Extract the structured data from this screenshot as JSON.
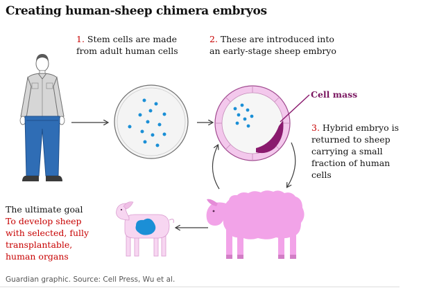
{
  "title": "Creating human-sheep chimera embryos",
  "steps": [
    {
      "number": "1.",
      "lines": [
        "Stem cells are made",
        "from adult human cells"
      ]
    },
    {
      "number": "2.",
      "lines": [
        "These are introduced into",
        "an early-stage sheep embryo"
      ]
    },
    {
      "number": "3.",
      "lines": [
        "Hybrid embryo is",
        "returned to sheep",
        "carrying a small",
        "fraction of human",
        "cells"
      ]
    }
  ],
  "cell_mass_label": "Cell mass",
  "goal": {
    "title": "The ultimate goal",
    "lines": [
      "To develop sheep",
      "with selected, fully",
      "transplantable,",
      "human organs"
    ]
  },
  "source": "Guardian graphic. Source: Cell Press, Wu et al.",
  "colors": {
    "accent_red": "#c70000",
    "cell_blue": "#1b8fd6",
    "cell_mass_purple": "#8a1a6e",
    "sheep_pink": "#f2a3e8",
    "lamb_pink": "#f7d6f1",
    "cell_ring_pink": "#f3c8ec",
    "arrow_gray": "#3a3a3a"
  }
}
